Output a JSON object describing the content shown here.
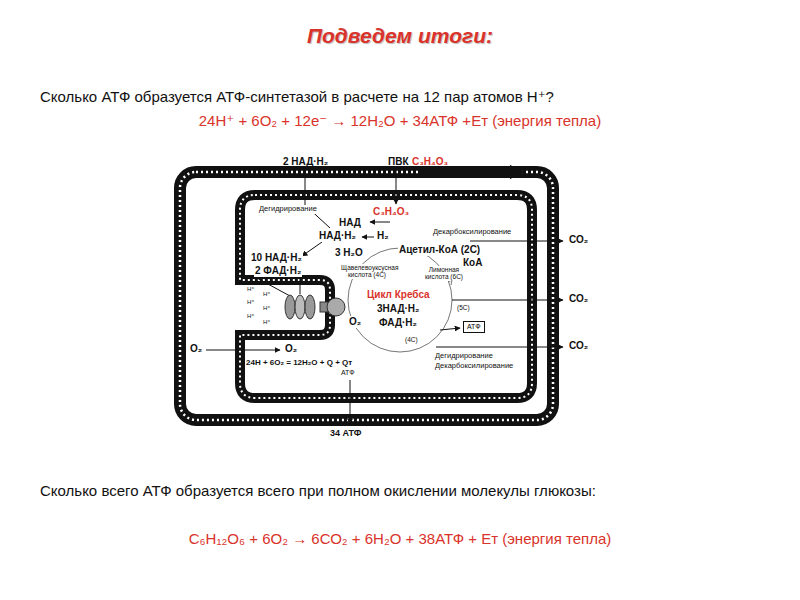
{
  "diagram": {
    "title": "Подведем итоги:",
    "nodes": [
      {
        "text": [
          "АТФ"
        ]
      }
    ],
    "labels": [
      "Сколько АТФ образуется АТФ-синтетазой в расчете на 12 пар атомов Н⁺?",
      "24Н⁺ + 6О₂ + 12е⁻ → 12Н₂О + 34АТФ +Ет (энергия тепла)",
      "2 НАД·Н₂",
      "ПВК",
      "С₃Н₄О₃",
      "Дегидрирование",
      "С₃Н₄О₃",
      "Декарбоксилирование",
      "НАД",
      "НАД·Н₂",
      "Н₂",
      "Ацетил-КоА (2С)",
      "3 Н₂О",
      "КоА",
      "10 НАД·Н₂",
      "2 ФАД·Н₂",
      "Щавелевоуксусная кислота (4С)",
      "Лимонная кислота (6С)",
      "Цикл Кребса",
      "3НАД·Н₂",
      "ФАД·Н₂",
      "(5С)",
      "(4С)",
      "Дегидрирование",
      "Декарбоксилирование",
      "СО₂",
      "СО₂",
      "СО₂",
      "О₂",
      "О₂",
      "О₂",
      "24Н + 6О₂ = 12Н₂О + Q + Qт",
      "АТФ",
      "34 АТФ",
      "Н⁺",
      "Н⁺",
      "Н⁺",
      "Н⁺",
      "Н⁺",
      "Н⁺",
      "Сколько всего АТФ образуется всего при полном окислении молекулы глюкозы:",
      "С₆Н₁₂О₆ + 6О₂ → 6СО₂ + 6Н₂О + 38АТФ + Ет (энергия тепла)"
    ]
  }
}
